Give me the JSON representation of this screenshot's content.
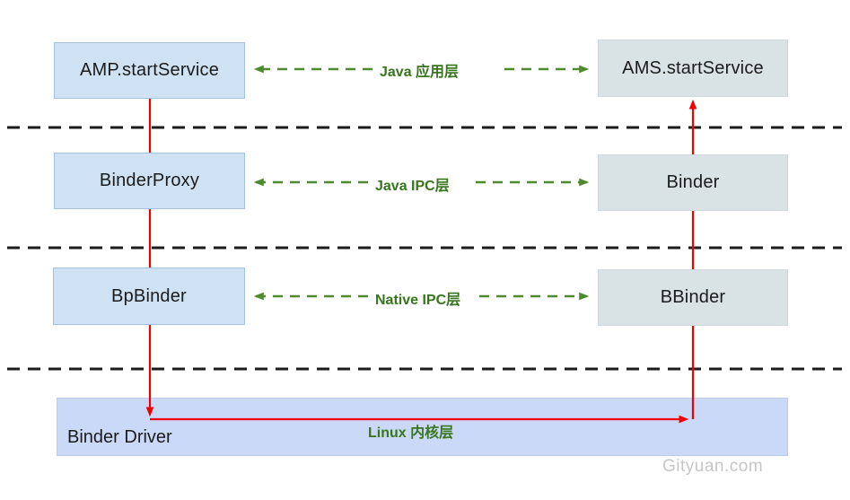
{
  "diagram": {
    "nodes": {
      "amp": "AMP.startService",
      "ams": "AMS.startService",
      "binder_proxy": "BinderProxy",
      "binder": "Binder",
      "bp_binder": "BpBinder",
      "b_binder": "BBinder",
      "binder_driver": "Binder Driver"
    },
    "layer_labels": {
      "java_app": "Java 应用层",
      "java_ipc": "Java IPC层",
      "native_ipc": "Native IPC层",
      "linux_kernel": "Linux 内核层"
    },
    "watermark": "Gityuan.com",
    "colors": {
      "left_box_fill": "#cfe2f3",
      "left_box_border": "#a4c2e0",
      "right_box_fill": "#d9e2e5",
      "driver_band_fill": "#cbd9f8",
      "layer_label_green": "#38761d",
      "green_dash": "#4e8a2e",
      "red_flow": "#f20000",
      "separator_black": "#1c1c1c",
      "watermark_gray": "#c6c6c6"
    }
  }
}
